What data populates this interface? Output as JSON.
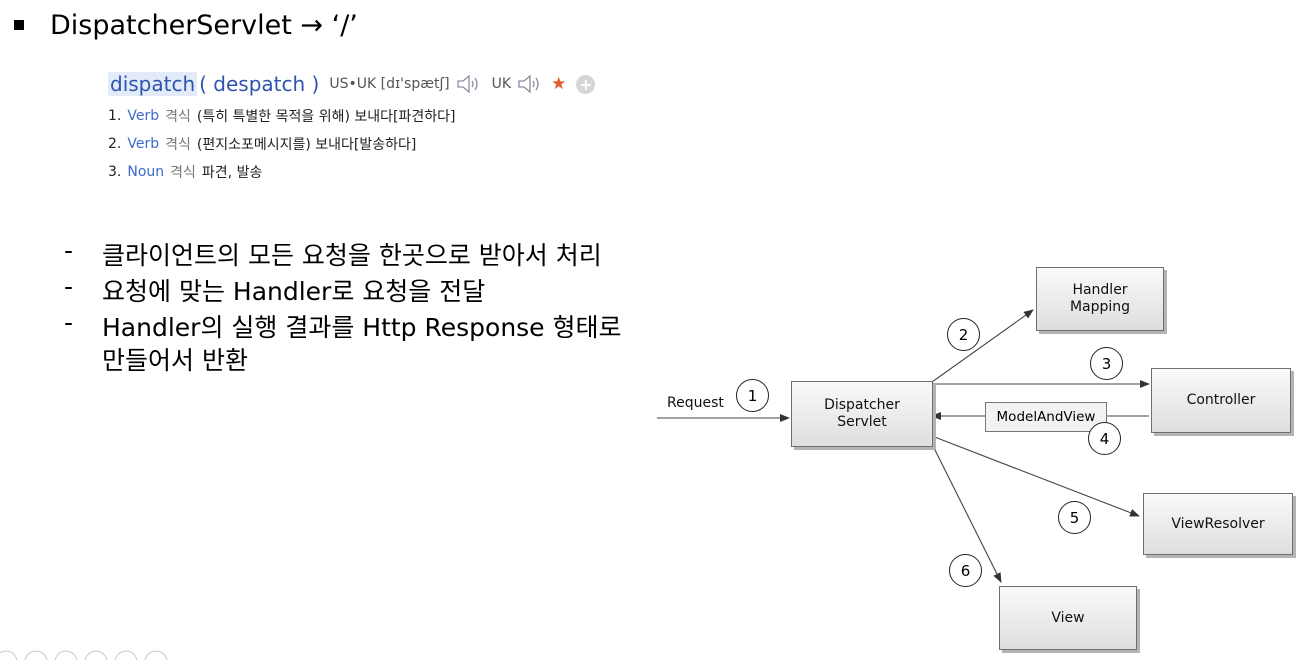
{
  "title": {
    "text": "DispatcherServlet → ‘/’"
  },
  "dictionary": {
    "word": "dispatch",
    "word_rest": "( despatch )",
    "pronunciation": "US•UK [dɪ'spætʃ]",
    "uk_label": "UK",
    "senses": [
      {
        "num": "1.",
        "pos": "Verb",
        "register": "격식",
        "meaning": "(특히 특별한 목적을 위해) 보내다[파견하다]"
      },
      {
        "num": "2.",
        "pos": "Verb",
        "register": "격식",
        "meaning": "(편지소포메시지를) 보내다[발송하다]"
      },
      {
        "num": "3.",
        "pos": "Noun",
        "register": "격식",
        "meaning": "파견, 발송"
      }
    ]
  },
  "bullets": {
    "dash": "-",
    "items": [
      "클라이언트의 모든 요청을 한곳으로 받아서 처리",
      "요청에 맞는 Handler로 요청을 전달",
      "Handler의 실행 결과를 Http Response 형태로",
      "만들어서 반환"
    ]
  },
  "diagram": {
    "request_label": "Request",
    "dispatcher_line1": "Dispatcher",
    "dispatcher_line2": "Servlet",
    "handler_line1": "Handler",
    "handler_line2": "Mapping",
    "controller": "Controller",
    "model_and_view": "ModelAndView",
    "view_resolver": "ViewResolver",
    "view": "View",
    "steps": [
      "1",
      "2",
      "3",
      "4",
      "5",
      "6"
    ]
  }
}
